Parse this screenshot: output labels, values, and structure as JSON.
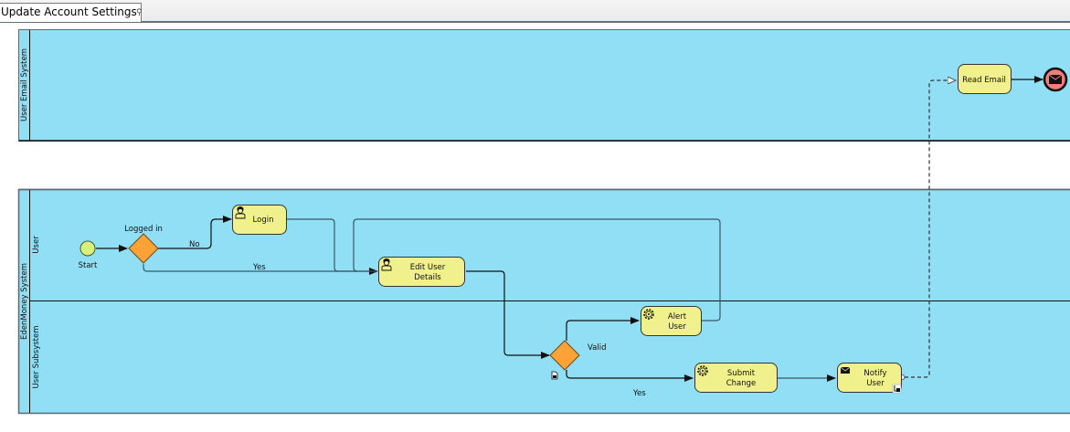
{
  "tab": {
    "title": "Update Account Settings",
    "search_icon": "magnifier-icon"
  },
  "colors": {
    "pool_fill": "#90dff5",
    "task_fill": "#f0f18c",
    "gateway_fill": "#fca236",
    "start_fill": "#d9f07a",
    "end_fill": "#f47c7c",
    "line": "#3b5866"
  },
  "pools": [
    {
      "id": "email",
      "label": "User Email System",
      "lanes": []
    },
    {
      "id": "edenmoney",
      "label": "EdenMoney System",
      "lanes": [
        {
          "label": "User"
        },
        {
          "label": "User Subsystem"
        }
      ]
    }
  ],
  "nodes": {
    "start": {
      "type": "start-event",
      "label": "Start"
    },
    "gw_logged_in": {
      "type": "exclusive-gateway",
      "label": "Logged in"
    },
    "login": {
      "type": "user-task",
      "label": [
        "Login"
      ]
    },
    "edit_user_details": {
      "type": "user-task",
      "label": [
        "Edit User",
        "Details"
      ]
    },
    "gw_valid": {
      "type": "exclusive-gateway",
      "label": "Valid",
      "data_icon": "document-icon"
    },
    "alert_user": {
      "type": "service-task",
      "label": [
        "Alert",
        "User"
      ]
    },
    "submit_change": {
      "type": "service-task",
      "label": [
        "Submit",
        "Change"
      ]
    },
    "notify_user": {
      "type": "send-task",
      "label": [
        "Notify",
        "User"
      ]
    },
    "read_email": {
      "type": "task",
      "label": [
        "Read Email"
      ]
    },
    "end": {
      "type": "message-end-event",
      "label": ""
    }
  },
  "flows": [
    {
      "from": "start",
      "to": "gw_logged_in",
      "label": ""
    },
    {
      "from": "gw_logged_in",
      "to": "login",
      "label": "No"
    },
    {
      "from": "gw_logged_in",
      "to": "edit_user_details",
      "label": "Yes"
    },
    {
      "from": "login",
      "to": "edit_user_details",
      "label": ""
    },
    {
      "from": "edit_user_details",
      "to": "gw_valid",
      "label": ""
    },
    {
      "from": "gw_valid",
      "to": "alert_user",
      "label": ""
    },
    {
      "from": "gw_valid",
      "to": "submit_change",
      "label": "Yes"
    },
    {
      "from": "alert_user",
      "to": "edit_user_details",
      "label": ""
    },
    {
      "from": "submit_change",
      "to": "notify_user",
      "label": ""
    },
    {
      "from": "notify_user",
      "to": "read_email",
      "label": "",
      "style": "message-flow"
    },
    {
      "from": "read_email",
      "to": "end",
      "label": ""
    }
  ],
  "flow_labels": {
    "no": "No",
    "yes_top": "Yes",
    "valid": "Valid",
    "yes_bottom": "Yes"
  }
}
